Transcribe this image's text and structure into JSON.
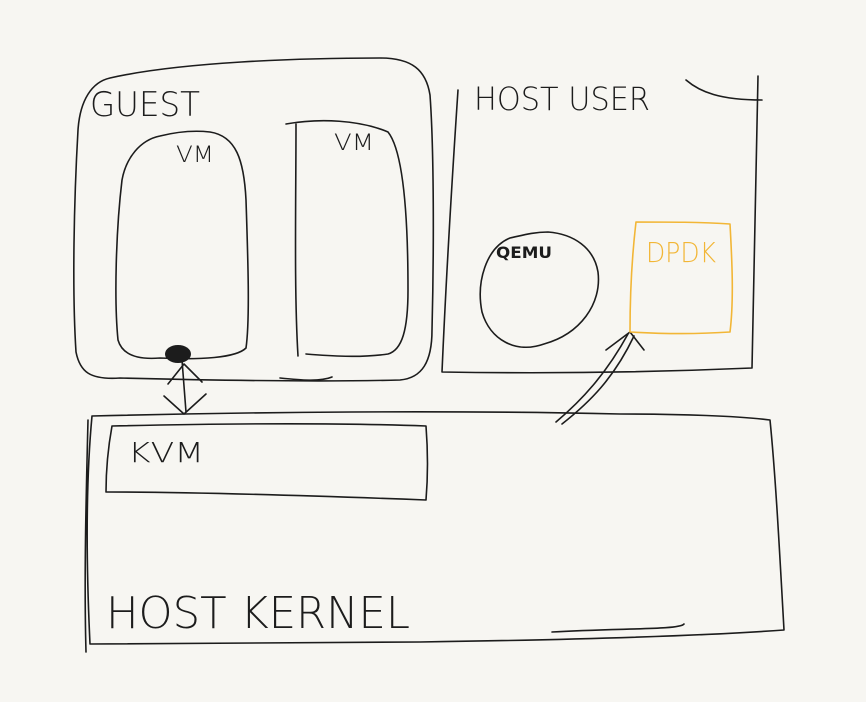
{
  "colors": {
    "background": "#f7f6f2",
    "ink": "#1c1c1c",
    "accent": "#f2b636"
  },
  "labels": {
    "guest": "GUEST",
    "vm_left": "VM",
    "vm_right": "VM",
    "host_user": "HOST USER",
    "qemu": "QEMU",
    "dpdk": "DPDK",
    "kvm": "KVM",
    "host_kernel": "HOST KERNEL"
  }
}
